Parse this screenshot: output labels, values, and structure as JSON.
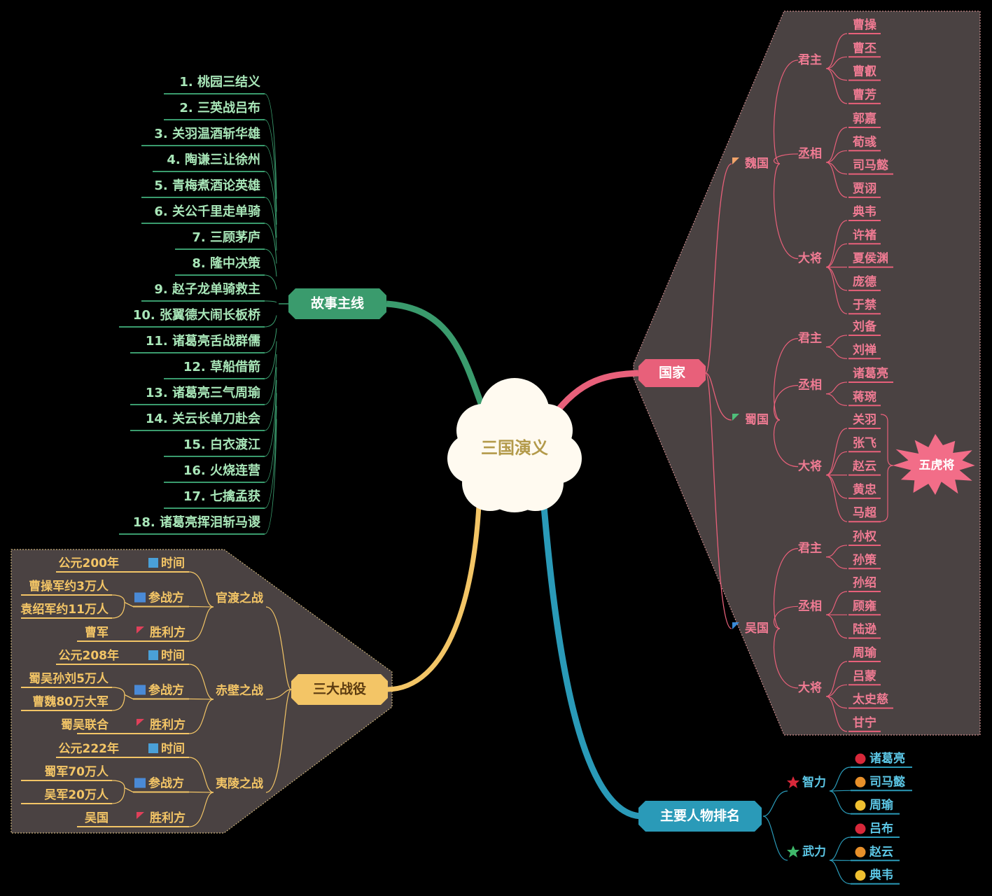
{
  "center": {
    "label": "三国演义"
  },
  "story": {
    "label": "故事主线",
    "items": [
      "1. 桃园三结义",
      "2. 三英战吕布",
      "3. 关羽温酒斩华雄",
      "4. 陶谦三让徐州",
      "5. 青梅煮酒论英雄",
      "6. 关公千里走单骑",
      "7. 三顾茅庐",
      "8. 隆中决策",
      "9. 赵子龙单骑救主",
      "10. 张翼德大闹长板桥",
      "11. 诸葛亮舌战群儒",
      "12. 草船借箭",
      "13. 诸葛亮三气周瑜",
      "14. 关云长单刀赴会",
      "15. 白衣渡江",
      "16. 火烧连营",
      "17. 七擒孟获",
      "18. 诸葛亮挥泪斩马谡"
    ]
  },
  "country": {
    "label": "国家",
    "wei": {
      "label": "魏国",
      "ruler": {
        "label": "君主",
        "items": [
          "曹操",
          "曹丕",
          "曹叡",
          "曹芳"
        ]
      },
      "chancellor": {
        "label": "丞相",
        "items": [
          "郭嘉",
          "荀彧",
          "司马懿",
          "贾诩"
        ]
      },
      "general": {
        "label": "大将",
        "items": [
          "典韦",
          "许褚",
          "夏侯渊",
          "庞德",
          "于禁"
        ]
      }
    },
    "shu": {
      "label": "蜀国",
      "ruler": {
        "label": "君主",
        "items": [
          "刘备",
          "刘禅"
        ]
      },
      "chancellor": {
        "label": "丞相",
        "items": [
          "诸葛亮",
          "蒋琬"
        ]
      },
      "general": {
        "label": "大将",
        "items": [
          "关羽",
          "张飞",
          "赵云",
          "黄忠",
          "马超"
        ]
      },
      "tiger_label": "五虎将"
    },
    "wu": {
      "label": "吴国",
      "ruler": {
        "label": "君主",
        "items": [
          "孙权",
          "孙策"
        ]
      },
      "chancellor": {
        "label": "丞相",
        "items": [
          "孙绍",
          "顾雍",
          "陆逊"
        ]
      },
      "general": {
        "label": "大将",
        "items": [
          "周瑜",
          "吕蒙",
          "太史慈",
          "甘宁"
        ]
      }
    }
  },
  "battles": {
    "label": "三大战役",
    "time_label": "时间",
    "side_label": "参战方",
    "winner_label": "胜利方",
    "items": [
      {
        "name": "官渡之战",
        "time": "公元200年",
        "sides": [
          "曹操军约3万人",
          "袁绍军约11万人"
        ],
        "winner": "曹军"
      },
      {
        "name": "赤壁之战",
        "time": "公元208年",
        "sides": [
          "蜀吴孙刘5万人",
          "曹魏80万大军"
        ],
        "winner": "蜀吴联合"
      },
      {
        "name": "夷陵之战",
        "time": "公元222年",
        "sides": [
          "蜀军70万人",
          "吴军20万人"
        ],
        "winner": "吴国"
      }
    ]
  },
  "ranking": {
    "label": "主要人物排名",
    "wisdom": {
      "label": "智力",
      "items": [
        "诸葛亮",
        "司马懿",
        "周瑜"
      ]
    },
    "force": {
      "label": "武力",
      "items": [
        "吕布",
        "赵云",
        "典韦"
      ]
    }
  },
  "colors": {
    "background": "#000000",
    "story": "#3a9b6d",
    "story_text": "#a8e6b8",
    "country": "#e8607a",
    "country_text": "#f07b93",
    "panel": "#4a4242",
    "battle": "#f3c566",
    "battle_text": "#f3c566",
    "ranking": "#2a9ab8",
    "ranking_text": "#5cc7e6",
    "center_text": "#b39a4a"
  }
}
